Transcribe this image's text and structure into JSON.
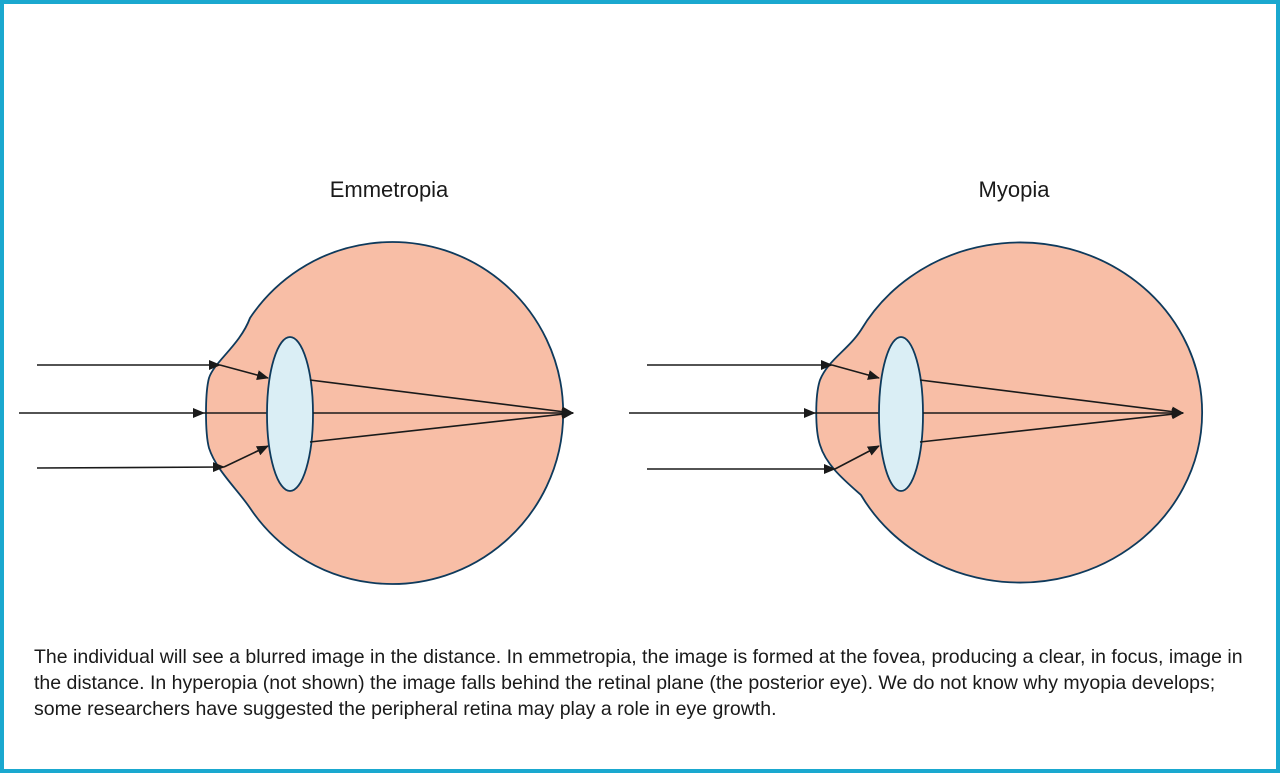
{
  "panels": {
    "left": {
      "title": "Emmetropia"
    },
    "right": {
      "title": "Myopia"
    }
  },
  "caption": "The individual will see a blurred image in the distance. In emmetropia, the image is formed at the fovea, producing a clear, in focus, image in the distance. In hyperopia (not shown) the image falls behind the retinal plane (the posterior eye). We do not know why myopia develops; some researchers have suggested the peripheral retina may play a role in eye growth.",
  "colors": {
    "frame_border": "#1aa8cf",
    "eyeball_fill": "#f8bea6",
    "eyeball_stroke": "#0e3a5c",
    "lens_fill": "#daeef5",
    "ray_color": "#1a1a1a"
  }
}
